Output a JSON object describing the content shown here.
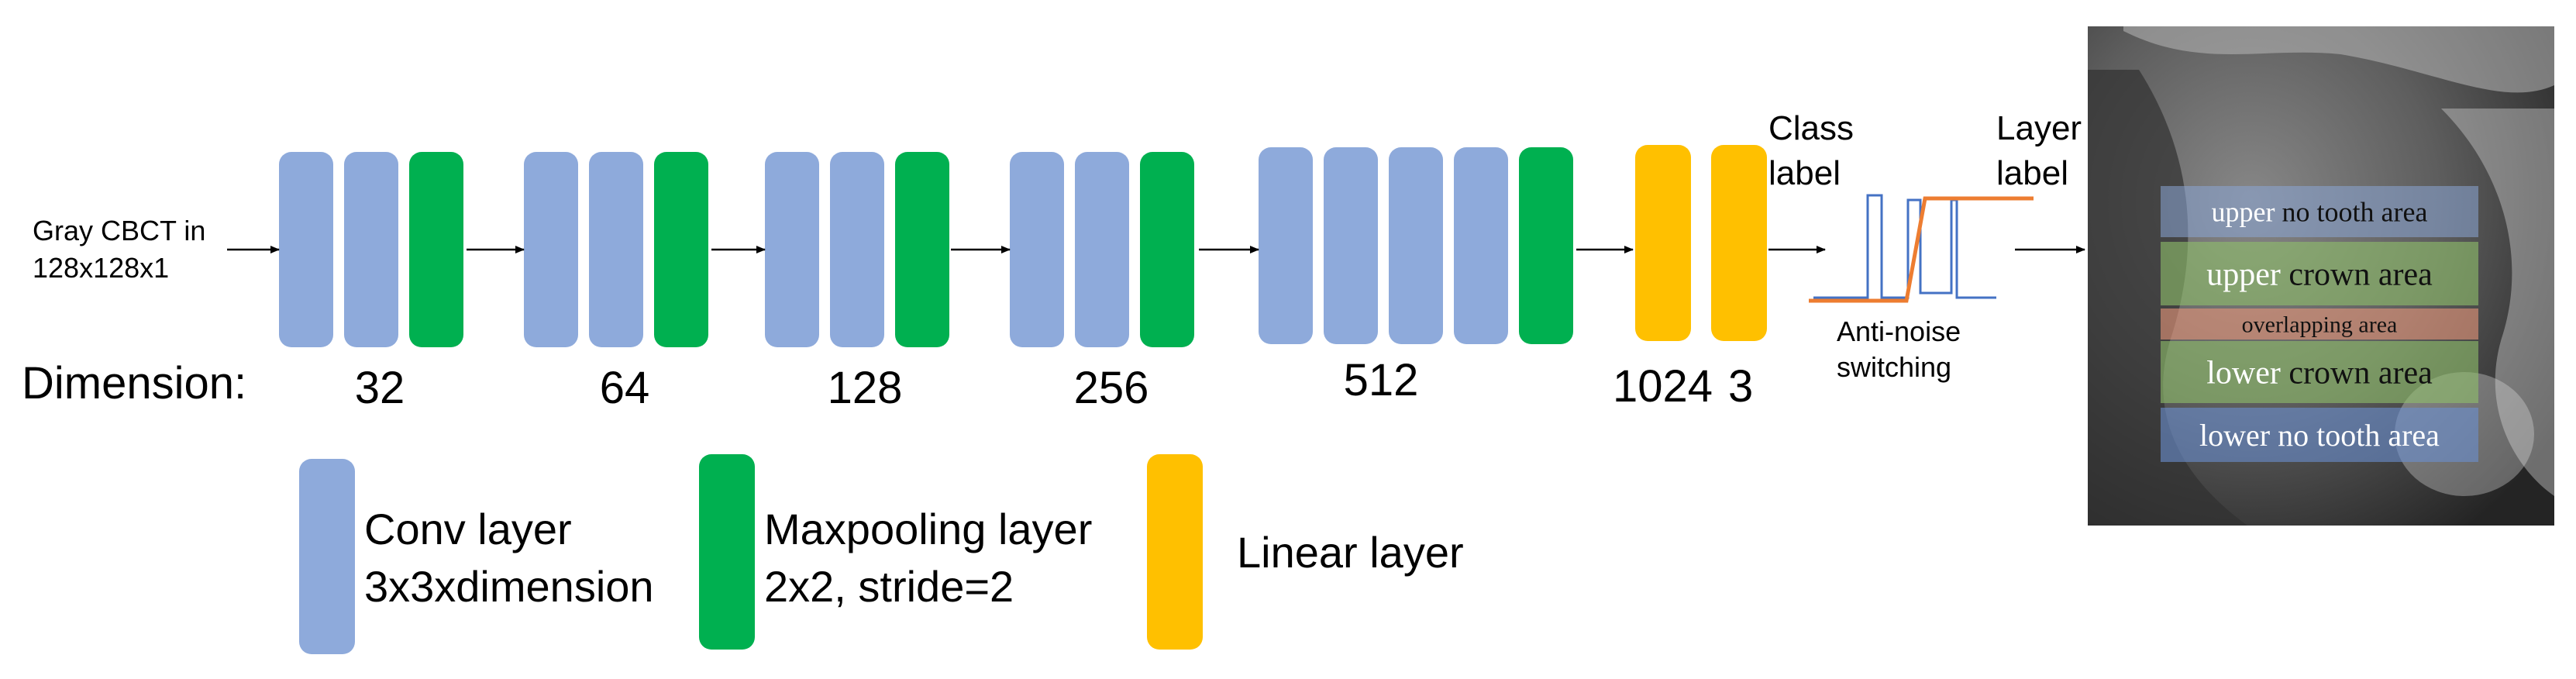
{
  "input": {
    "line1": "Gray CBCT in",
    "line2": "128x128x1"
  },
  "dimension_label": "Dimension:",
  "stages": [
    {
      "dimension": "32",
      "conv_count": 2
    },
    {
      "dimension": "64",
      "conv_count": 2
    },
    {
      "dimension": "128",
      "conv_count": 2
    },
    {
      "dimension": "256",
      "conv_count": 2
    },
    {
      "dimension": "512",
      "conv_count": 4
    }
  ],
  "linear": {
    "dimension_1": "1024",
    "dimension_2": "3"
  },
  "class_label": {
    "line1": "Class",
    "line2": "label"
  },
  "layer_label": {
    "line1": "Layer",
    "line2": "label"
  },
  "anti_noise": {
    "line1": "Anti-noise",
    "line2": "switching"
  },
  "regions": [
    {
      "first": "upper",
      "rest": " no tooth area",
      "color": "#8aa6d6"
    },
    {
      "first": "upper",
      "rest": " crown area",
      "color": "#8fbf6a"
    },
    {
      "first": "",
      "rest": "overlapping  area",
      "color": "#e8967a"
    },
    {
      "first": "lower",
      "rest": " crown area",
      "color": "#8fbf6a"
    },
    {
      "first": "lower",
      "rest": " no tooth area",
      "color": "#6a8fd0"
    }
  ],
  "legend": {
    "conv": {
      "line1": "Conv layer",
      "line2": "3x3xdimension"
    },
    "maxpool": {
      "line1": "Maxpooling layer",
      "line2": "2x2, stride=2"
    },
    "linear": {
      "line1": "Linear layer"
    }
  },
  "colors": {
    "conv": "#8eaadb",
    "maxpool": "#00b050",
    "linear": "#ffc000",
    "switch_step": "#ed7d31",
    "switch_signal": "#4472c4"
  }
}
